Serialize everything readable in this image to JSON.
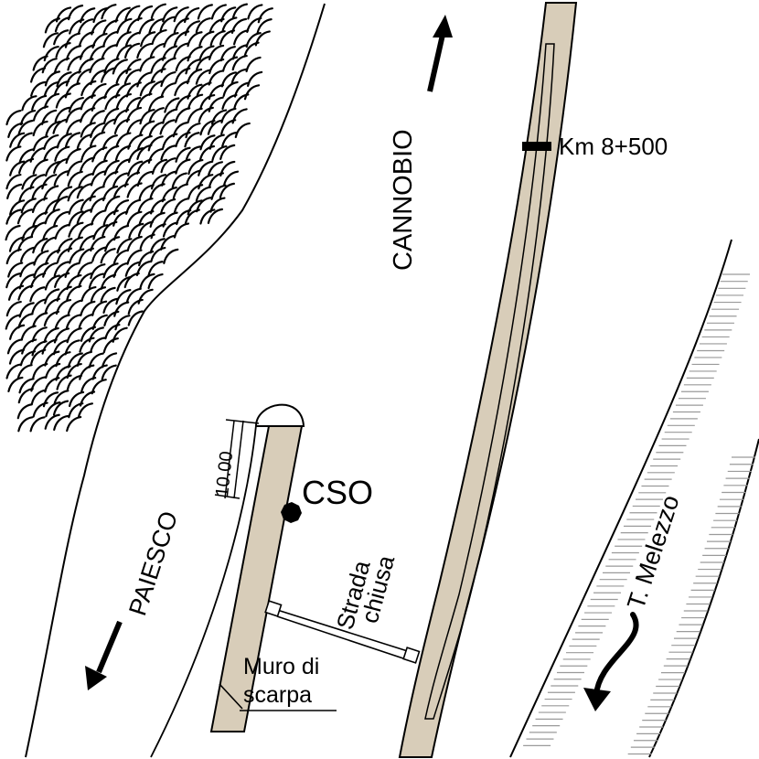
{
  "labels": {
    "direction_north": "CANNOBIO",
    "direction_south": "PAIESCO",
    "km_marker": "Km 8+500",
    "station": "CSO",
    "closed_road_line1": "Strada",
    "closed_road_line2": "chiusa",
    "wall_line1": "Muro di",
    "wall_line2": "scarpa",
    "stream": "T. Melezzo",
    "dimension": "10.00"
  },
  "colors": {
    "road_fill": "#d8cdb9",
    "line": "#000000",
    "hatch": "#9a9a9a",
    "background": "#ffffff"
  }
}
